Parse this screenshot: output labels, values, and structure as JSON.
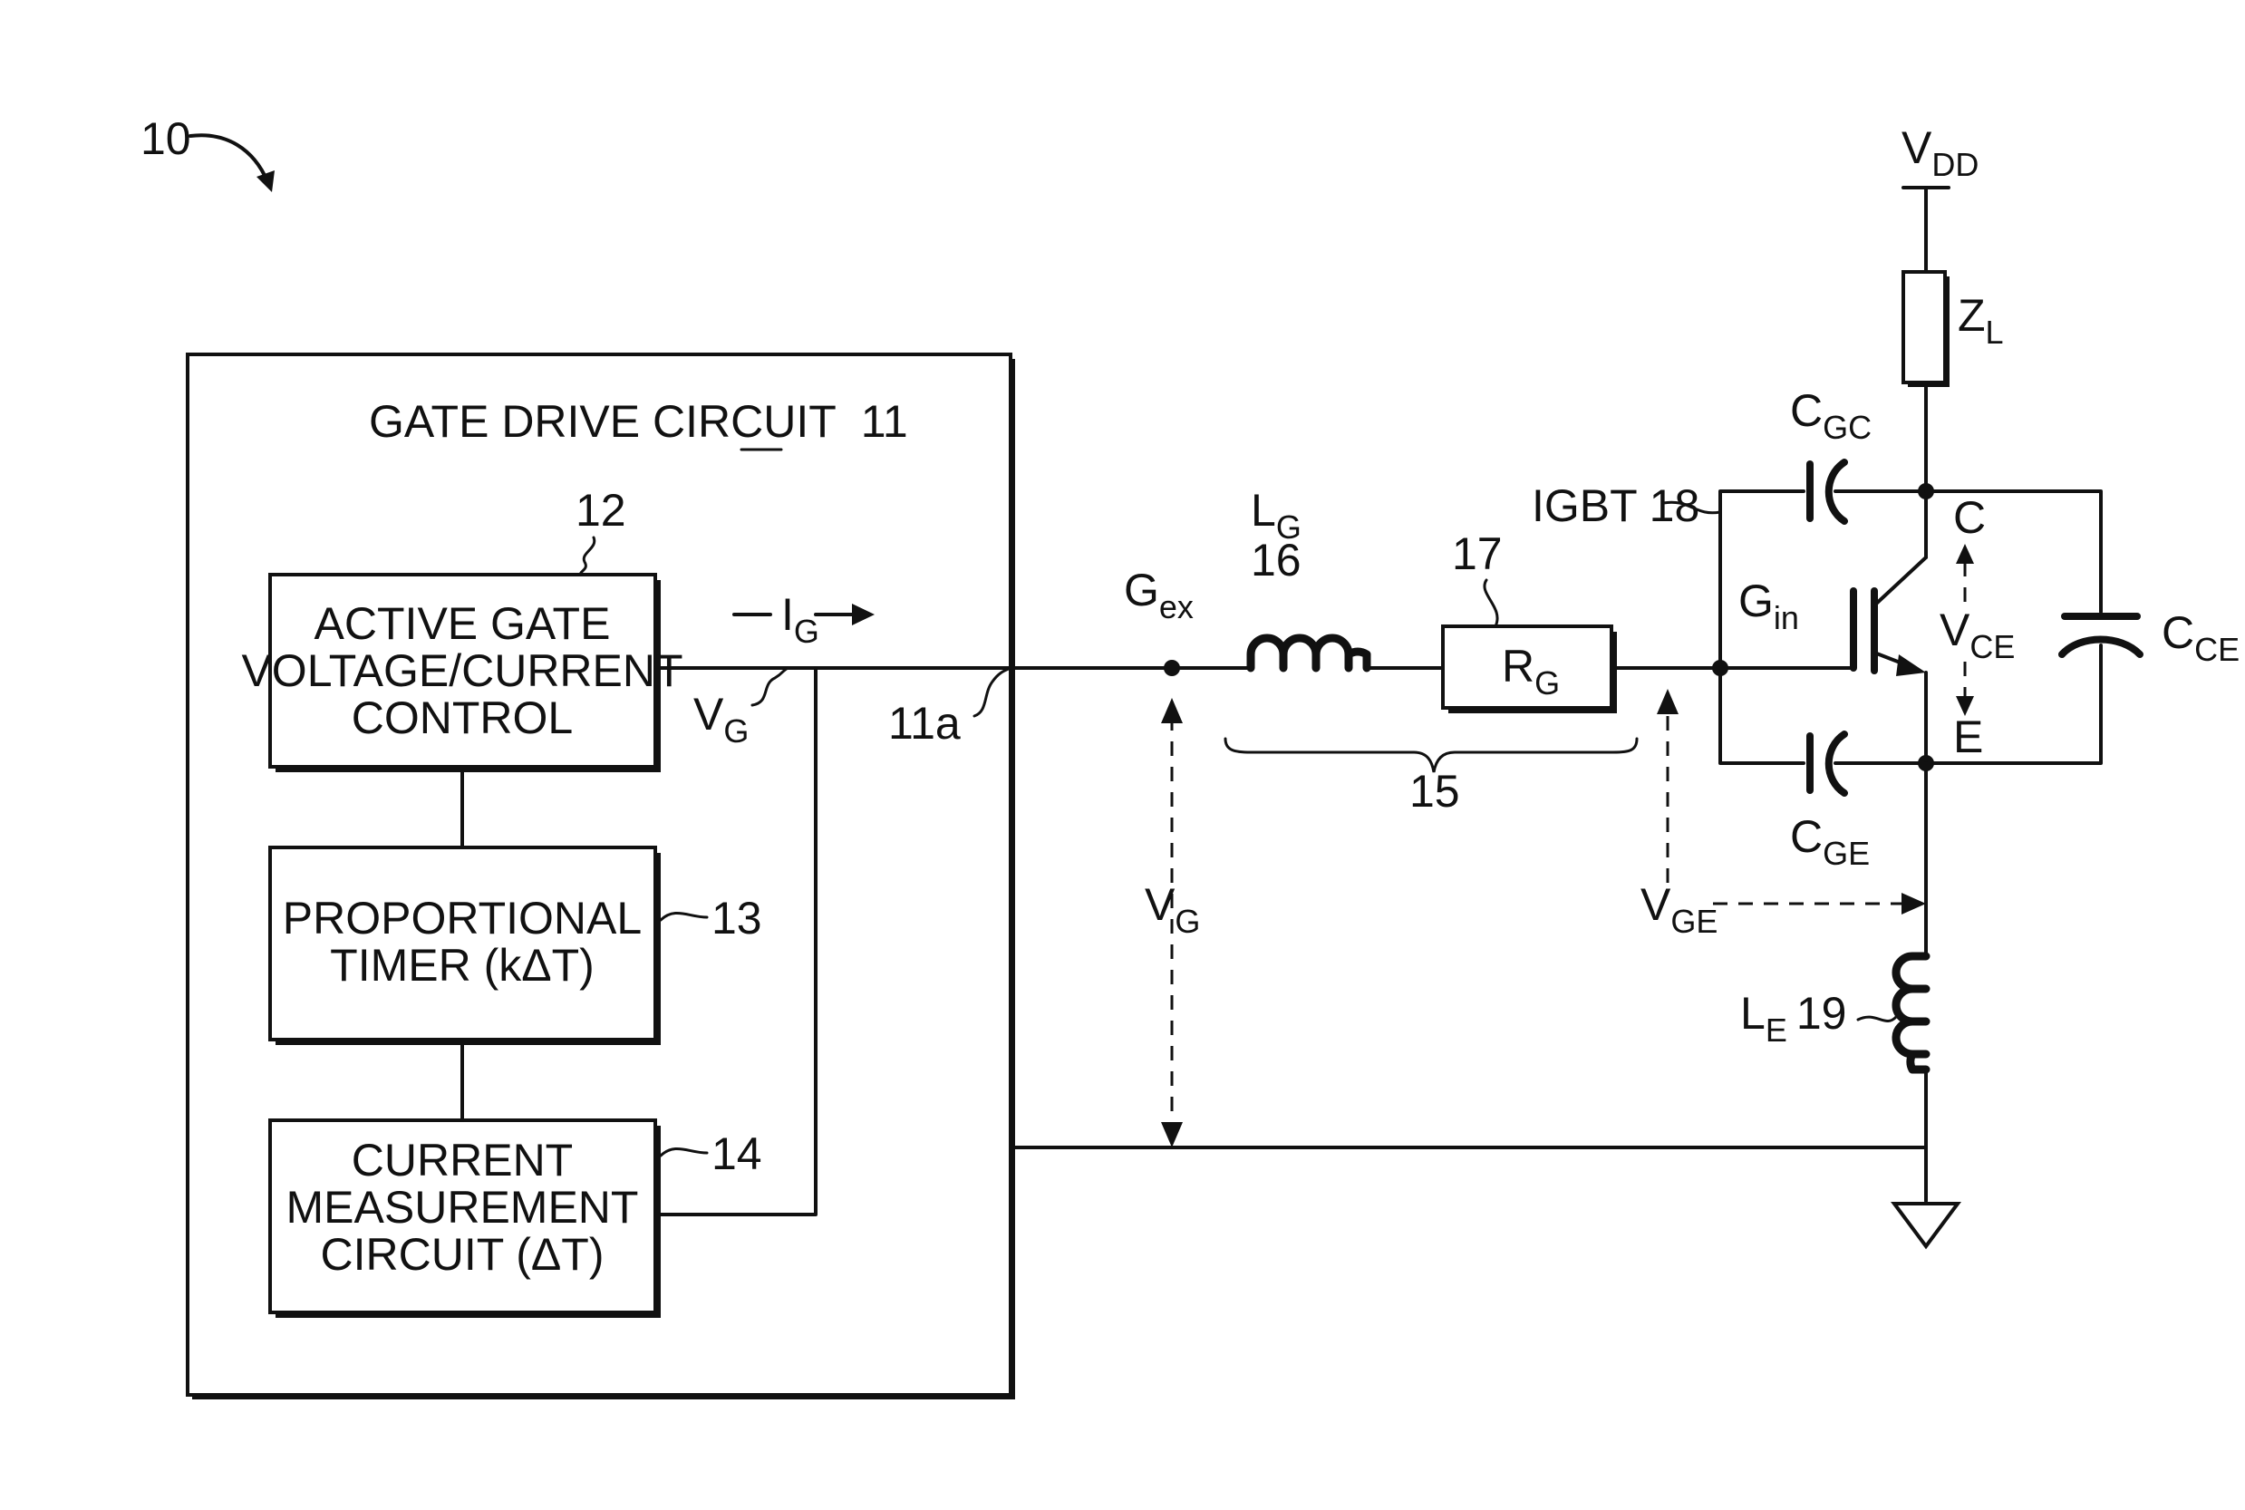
{
  "figure": {
    "ref": "10",
    "gate_drive_title": "GATE DRIVE CIRCUIT",
    "gate_drive_ref": "11",
    "blocks": [
      {
        "lines": [
          "ACTIVE GATE",
          "VOLTAGE/CURRENT",
          "CONTROL"
        ],
        "ref": "12"
      },
      {
        "lines": [
          "PROPORTIONAL",
          "TIMER (kΔT)"
        ],
        "ref": "13"
      },
      {
        "lines": [
          "CURRENT",
          "MEASUREMENT",
          "CIRCUIT (ΔT)"
        ],
        "ref": "14"
      }
    ],
    "labels": {
      "ig_main": "I",
      "ig_sub": "G",
      "vg_inner_main": "V",
      "vg_inner_sub": "G",
      "output_ref": "11a",
      "gex_main": "G",
      "gex_sub": "ex",
      "lg_main": "L",
      "lg_sub": "G",
      "lg_ref": "16",
      "rg_ref": "17",
      "rg_main": "R",
      "rg_sub": "G",
      "brace_ref": "15",
      "vg_outer_main": "V",
      "vg_outer_sub": "G",
      "vge_main": "V",
      "vge_sub": "GE",
      "gin_main": "G",
      "gin_sub": "in",
      "igbt_ref": "IGBT 18",
      "vdd_main": "V",
      "vdd_sub": "DD",
      "zl_main": "Z",
      "zl_sub": "L",
      "cgc_main": "C",
      "cgc_sub": "GC",
      "cge_main": "C",
      "cge_sub": "GE",
      "cce_main": "C",
      "cce_sub": "CE",
      "collector": "C",
      "emitter": "E",
      "vce_main": "V",
      "vce_sub": "CE",
      "le_main": "L",
      "le_sub": "E",
      "le_ref": "19"
    }
  }
}
